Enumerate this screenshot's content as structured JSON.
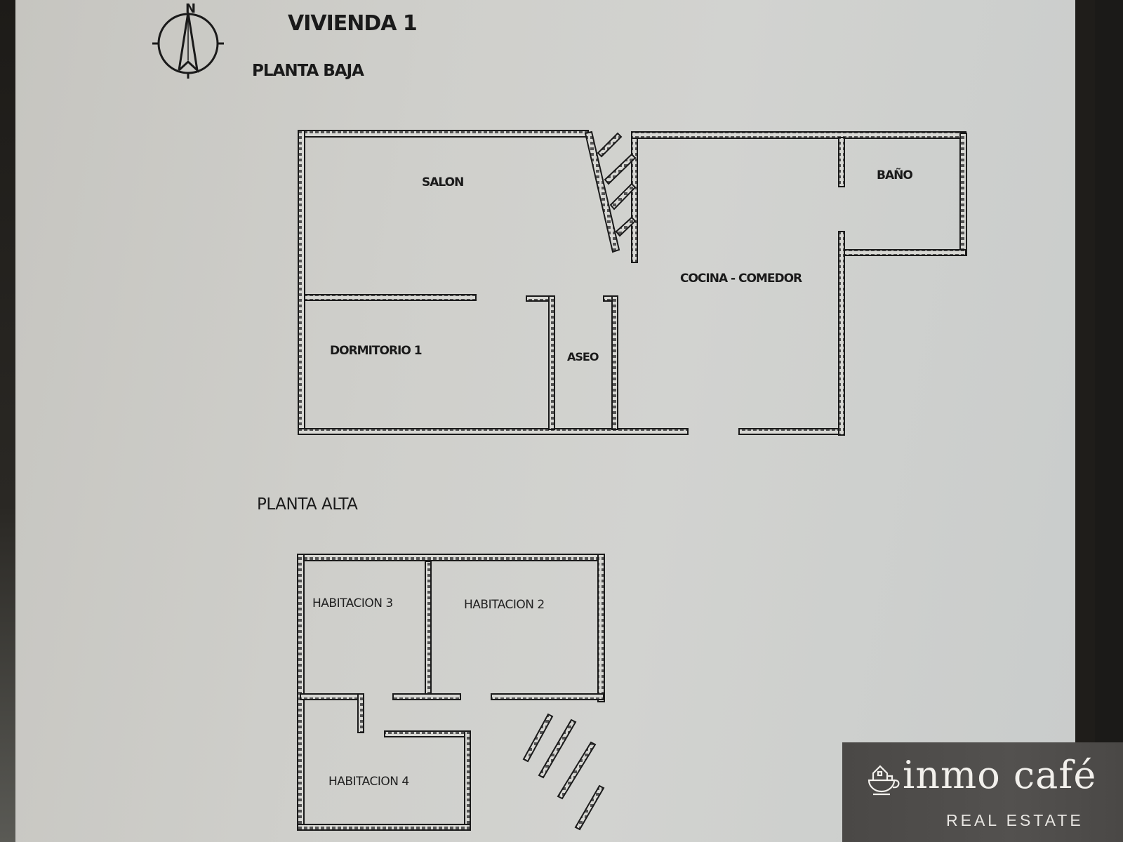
{
  "document": {
    "title": "VIVIENDA 1",
    "compass": {
      "label": "N",
      "icon": "north-arrow-compass-icon"
    }
  },
  "floors": [
    {
      "name": "PLANTA BAJA",
      "rooms": [
        {
          "name": "SALON"
        },
        {
          "name": "DORMITORIO 1"
        },
        {
          "name": "ASEO"
        },
        {
          "name": "COCINA - COMEDOR"
        },
        {
          "name": "BAÑO"
        }
      ],
      "features": [
        "staircase"
      ]
    },
    {
      "name": "PLANTA ALTA",
      "rooms": [
        {
          "name": "HABITACION 3"
        },
        {
          "name": "HABITACION 2"
        },
        {
          "name": "HABITACION 4"
        }
      ],
      "features": [
        "staircase"
      ]
    }
  ],
  "watermark": {
    "brand": "inmo café",
    "tagline": "REAL ESTATE",
    "icon": "coffee-cup-house-icon"
  },
  "colors": {
    "paper": "#cfcfcb",
    "wall": "#1a1a1a",
    "logo_bg": "#4f4d4b",
    "logo_text": "#f2f0ec"
  }
}
